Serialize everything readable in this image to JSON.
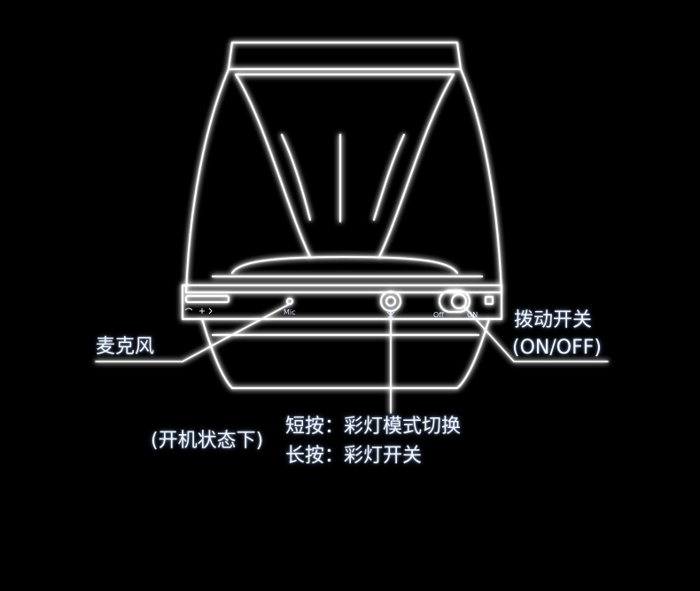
{
  "device": {
    "mic_port_label": "Mic",
    "switch_off_label": "Off",
    "switch_on_label": "ON"
  },
  "callouts": {
    "microphone": "麦克风",
    "toggle_switch_line1": "拨动开关",
    "toggle_switch_line2": "(ON/OFF)",
    "light_button_condition": "(开机状态下)",
    "light_button_short_press": "短按：彩灯模式切换",
    "light_button_long_press": "长按：彩灯开关"
  },
  "colors": {
    "background": "#000000",
    "outline": "#ffffff",
    "glow": "#3d7dff"
  }
}
